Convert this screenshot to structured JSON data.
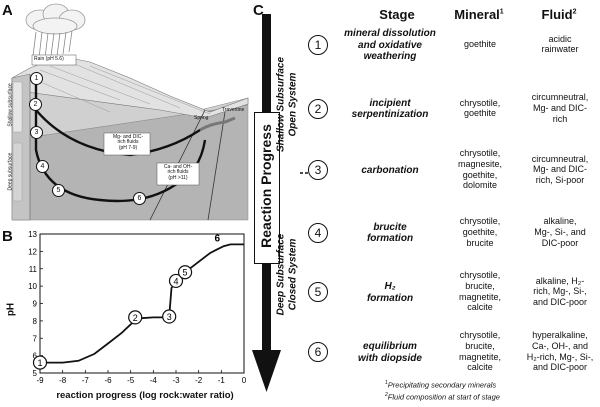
{
  "panel_a": {
    "letter": "A",
    "rain_label": "Rain (pH 5.6)",
    "shallow_label": "Shallow subsurface",
    "deep_label": "Deep subsurface",
    "fluid_mg": [
      "Mg- and DIC-",
      "rich fluids",
      "(pH 7-9)"
    ],
    "fluid_ca": [
      "Ca- and OH-",
      "rich fluids",
      "(pH >11)"
    ],
    "spring_label": "Spring",
    "travertine_label": "Travertine",
    "stage_markers": [
      "1",
      "2",
      "3",
      "4",
      "5",
      "6"
    ]
  },
  "panel_b": {
    "letter": "B",
    "chart_data": {
      "type": "line",
      "xlabel": "reaction progress (log rock:water ratio)",
      "ylabel": "pH",
      "xlim": [
        -9,
        0
      ],
      "ylim": [
        5,
        13
      ],
      "x_ticks": [
        "-9",
        "-8",
        "-7",
        "-6",
        "-5",
        "-4",
        "-3",
        "-2",
        "-1",
        "0"
      ],
      "y_ticks": [
        "5",
        "6",
        "7",
        "8",
        "9",
        "10",
        "11",
        "12",
        "13"
      ],
      "series": [
        {
          "x": [
            -9,
            -8,
            -7.3,
            -6.6,
            -6,
            -5.4,
            -5,
            -4.6,
            -4,
            -3.6,
            -3.3,
            -3.2,
            -2.8,
            -2.6,
            -2.2,
            -1.8,
            -1.5,
            -1.2,
            -0.9,
            -0.6,
            0
          ],
          "y": [
            5.6,
            5.6,
            5.7,
            6.1,
            6.7,
            7.3,
            7.8,
            8.15,
            8.2,
            8.2,
            8.25,
            9.9,
            10.6,
            10.8,
            11.2,
            11.6,
            11.9,
            12.1,
            12.3,
            12.4,
            12.4
          ]
        }
      ],
      "points": [
        {
          "label": "1",
          "x": -9,
          "y": 5.6
        },
        {
          "label": "2",
          "x": -4.8,
          "y": 8.2
        },
        {
          "label": "3",
          "x": -3.3,
          "y": 8.25
        },
        {
          "label": "4",
          "x": -3.0,
          "y": 10.3
        },
        {
          "label": "5",
          "x": -2.6,
          "y": 10.8
        },
        {
          "label": "6",
          "x": -1.0,
          "y": 12.4
        }
      ]
    }
  },
  "panel_c": {
    "letter": "C",
    "arrow_label": "Reaction Progress",
    "open_system": [
      "Shallow Subsurface",
      "Open System"
    ],
    "closed_system": [
      "Deep Subsurface",
      "Closed System"
    ],
    "headers": {
      "stage": "Stage",
      "mineral": "Mineral",
      "mineral_sup": "1",
      "fluid": "Fluid",
      "fluid_sup": "2"
    },
    "rows": [
      {
        "num": "1",
        "stage": [
          "mineral dissolution",
          "and oxidative",
          "weathering"
        ],
        "mineral": [
          "goethite"
        ],
        "fluid": [
          "acidic",
          "rainwater"
        ]
      },
      {
        "num": "2",
        "stage": [
          "incipient",
          "serpentinization"
        ],
        "mineral": [
          "chrysotile,",
          "goethite"
        ],
        "fluid": [
          "circumneutral,",
          "Mg- and DIC-",
          "rich"
        ]
      },
      {
        "num": "3",
        "stage": [
          "carbonation"
        ],
        "mineral": [
          "chrysotile,",
          "magnesite,",
          "goethite,",
          "dolomite"
        ],
        "fluid": [
          "circumneutral,",
          "Mg- and DIC-",
          "rich, Si-poor"
        ]
      },
      {
        "num": "4",
        "stage": [
          "brucite",
          "formation"
        ],
        "mineral": [
          "chrysotile,",
          "goethite,",
          "brucite"
        ],
        "fluid": [
          "alkaline,",
          "Mg-, Si-, and",
          "DIC-poor"
        ]
      },
      {
        "num": "5",
        "stage": [
          "H₂",
          "formation"
        ],
        "mineral": [
          "chrysotile,",
          "brucite,",
          "magnetite,",
          "calcite"
        ],
        "fluid": [
          "alkaline, H₂-",
          "rich, Mg-, Si-,",
          "and DIC-poor"
        ]
      },
      {
        "num": "6",
        "stage": [
          "equilibrium",
          "with diopside"
        ],
        "mineral": [
          "chrysotile,",
          "brucite,",
          "magnetite,",
          "calcite"
        ],
        "fluid": [
          "hyperalkaline,",
          "Ca-, OH-, and",
          "H₂-rich, Mg-, Si-,",
          "and DIC-poor"
        ]
      }
    ],
    "footnote1": "Precipitating secondary minerals",
    "footnote1_sup": "1",
    "footnote2": "Fluid composition at start of stage",
    "footnote2_sup": "2"
  }
}
